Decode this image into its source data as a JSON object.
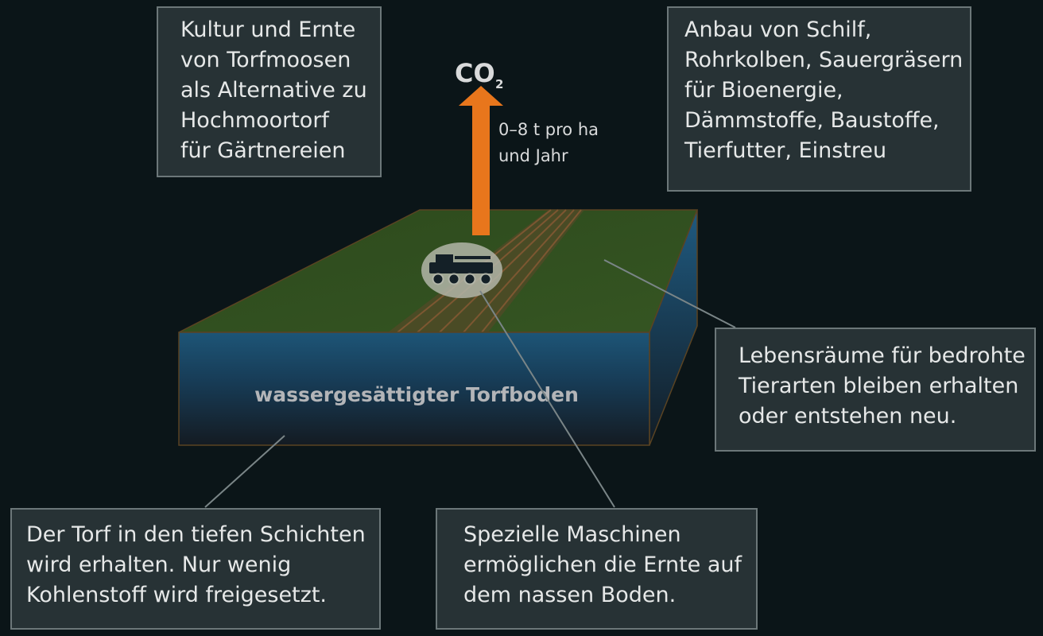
{
  "labels": {
    "co2": "CO",
    "co2_subscript": "2",
    "emission_line1": "0–8 t pro ha",
    "emission_line2": "und Jahr",
    "soil": "wassergesättigter Torfboden"
  },
  "boxes": {
    "torfmoose": [
      "Kultur und Ernte",
      "von Torfmoosen",
      "als Alternative zu",
      "Hochmoortorf",
      "für Gärtnereien"
    ],
    "bioenergie": [
      "Anbau von Schilf,",
      "Rohrkolben, Sauergräsern",
      "für Bioenergie,",
      "Dämmstoffe, Baustoffe,",
      "Tierfutter, Einstreu"
    ],
    "lebensraeume": [
      "Lebensräume für bedrohte",
      "Tierarten bleiben erhalten",
      "oder entstehen neu."
    ],
    "torf": [
      "Der Torf in den tiefen Schichten",
      "wird erhalten. Nur wenig",
      "Kohlenstoff wird freigesetzt."
    ],
    "maschinen": [
      "Spezielle Maschinen",
      "ermöglichen die Ernte auf",
      "dem nassen Boden."
    ]
  },
  "colors": {
    "background": "#0b1518",
    "field_green": "#314e1f",
    "water_blue": "#1b4d6c",
    "arrow_orange": "#e8761c",
    "box_fill": "#273235",
    "box_border": "#6c7779"
  }
}
